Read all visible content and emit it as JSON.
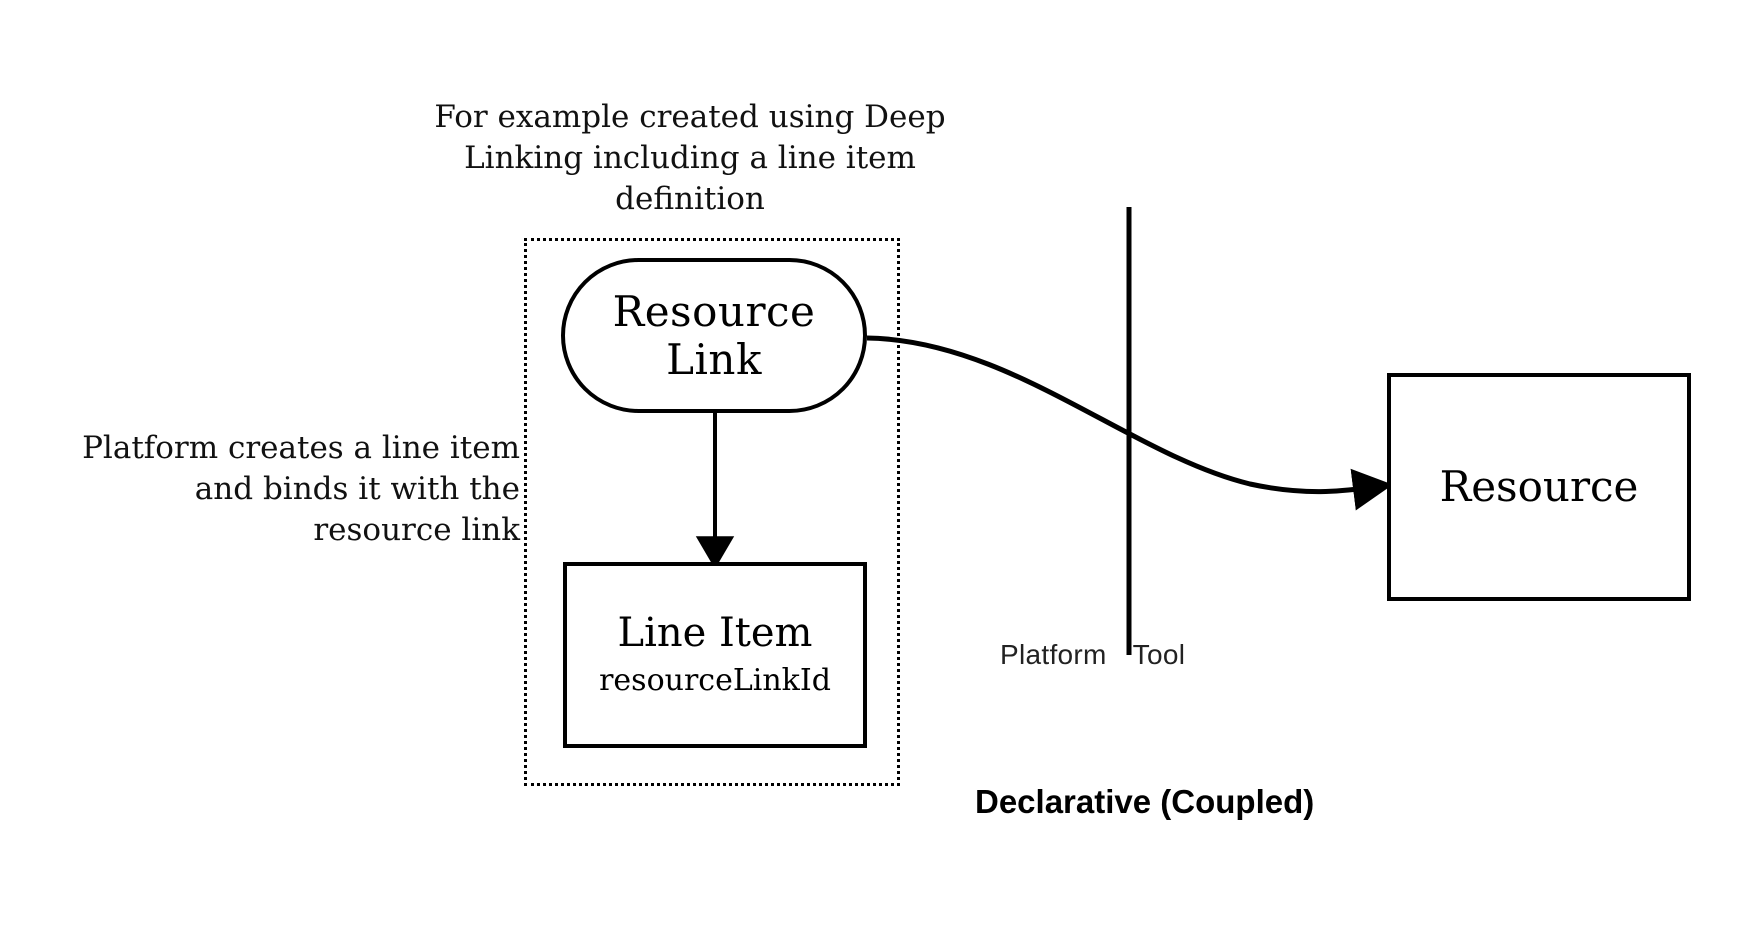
{
  "diagram": {
    "caption": "Declarative (Coupled)",
    "boundary": {
      "left_label": "Platform",
      "right_label": "Tool"
    },
    "annotations": {
      "top": "For example created using Deep Linking including a line item definition",
      "left": "Platform creates a line item and binds it with the resource link"
    },
    "nodes": {
      "resource_link": {
        "title": "Resource Link",
        "shape": "stadium"
      },
      "line_item": {
        "title": "Line Item",
        "subtitle": "resourceLinkId",
        "shape": "rectangle"
      },
      "resource": {
        "title": "Resource",
        "shape": "rectangle"
      }
    },
    "edges": [
      {
        "from": "resource_link",
        "to": "line_item",
        "style": "straight-arrow"
      },
      {
        "from": "resource_link",
        "to": "resource",
        "style": "curved-arrow"
      }
    ],
    "colors": {
      "stroke": "#000000",
      "background": "#ffffff",
      "text": "#111111"
    }
  }
}
